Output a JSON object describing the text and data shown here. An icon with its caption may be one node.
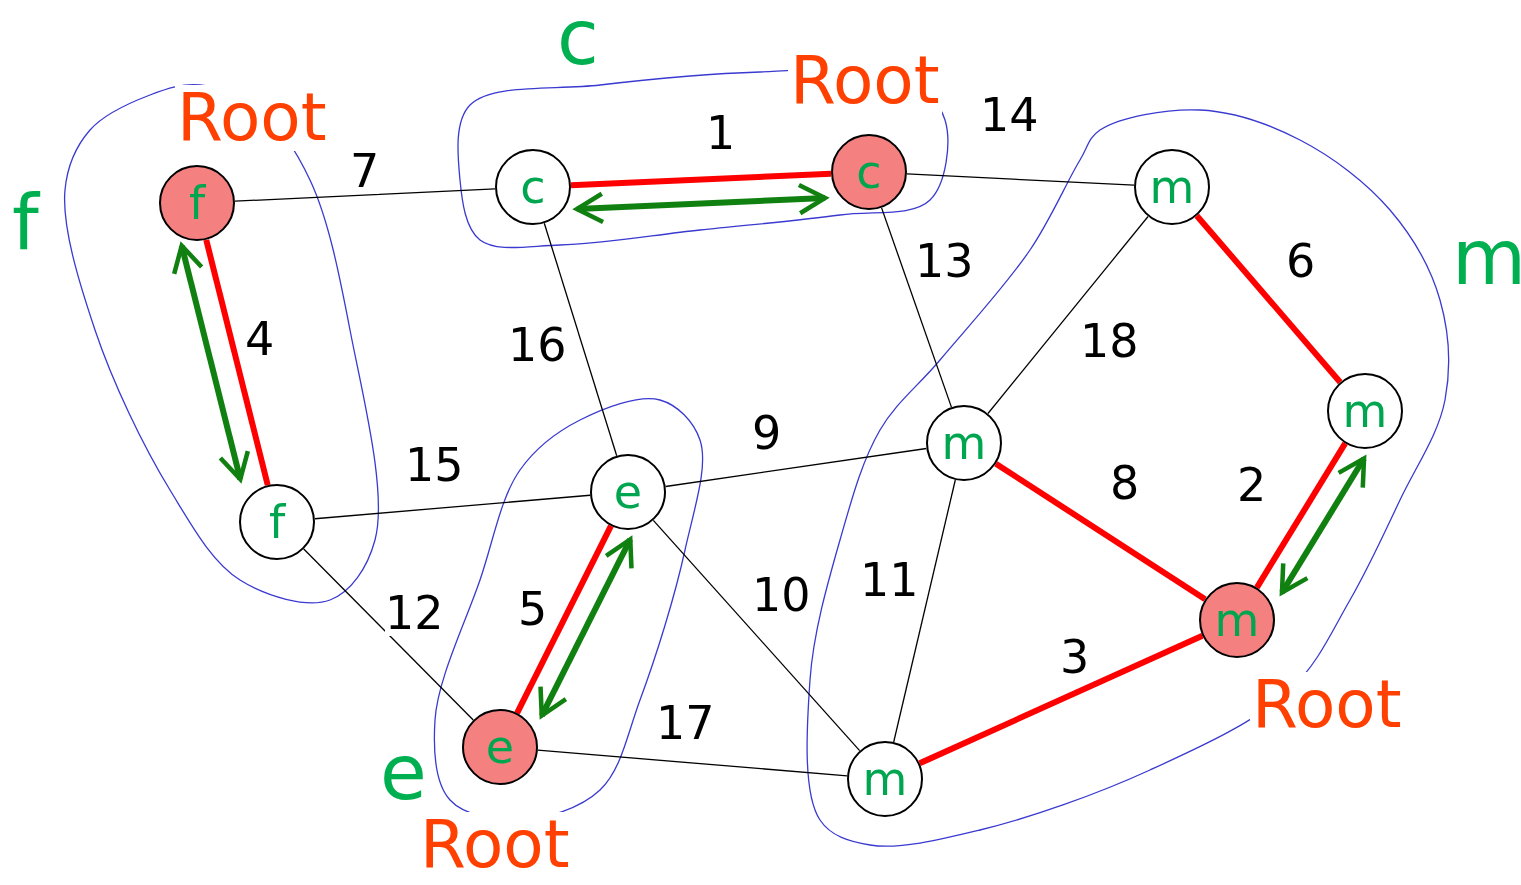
{
  "diagram": {
    "nodes": [
      {
        "text": [],
        "shape": "blob",
        "beside": [
          "f"
        ]
      },
      {
        "text": [
          "f"
        ],
        "in": 0,
        "beside": [
          "Root"
        ]
      },
      {
        "text": [
          "f"
        ],
        "in": 0
      },
      {
        "text": [],
        "shape": "blob",
        "beside": [
          "c"
        ]
      },
      {
        "text": [
          "c"
        ],
        "in": 3
      },
      {
        "text": [
          "c"
        ],
        "in": 3,
        "beside": [
          "Root"
        ]
      },
      {
        "text": [],
        "shape": "blob",
        "beside": [
          "e"
        ]
      },
      {
        "text": [
          "e"
        ],
        "in": 6
      },
      {
        "text": [
          "e"
        ],
        "in": 6,
        "beside": [
          "Root"
        ]
      },
      {
        "text": [],
        "shape": "blob",
        "beside": [
          "m"
        ]
      },
      {
        "text": [
          "m"
        ],
        "in": 9
      },
      {
        "text": [
          "m"
        ],
        "in": 9
      },
      {
        "text": [
          "m"
        ],
        "in": 9
      },
      {
        "text": [
          "m"
        ],
        "in": 9,
        "beside": [
          "Root"
        ]
      },
      {
        "text": [
          "m"
        ],
        "in": 9
      }
    ],
    "edges": [
      {
        "from": 1,
        "to": 4,
        "arrow": "none",
        "label": "7"
      },
      {
        "from": 4,
        "to": 5,
        "arrow": "none",
        "label": "1",
        "style": "thick",
        "color": "#ff0000"
      },
      {
        "from": 4,
        "to": 5,
        "arrow": "both",
        "style": "thick",
        "color": "#108010"
      },
      {
        "from": 5,
        "to": 10,
        "arrow": "none",
        "label": "14"
      },
      {
        "from": 5,
        "to": 12,
        "arrow": "none",
        "label": "13"
      },
      {
        "from": 4,
        "to": 7,
        "arrow": "none",
        "label": "16"
      },
      {
        "from": 1,
        "to": 2,
        "arrow": "none",
        "label": "4",
        "style": "thick",
        "color": "#ff0000"
      },
      {
        "from": 1,
        "to": 2,
        "arrow": "both",
        "style": "thick",
        "color": "#108010"
      },
      {
        "from": 2,
        "to": 7,
        "arrow": "none",
        "label": "15"
      },
      {
        "from": 7,
        "to": 12,
        "arrow": "none",
        "label": "9"
      },
      {
        "from": 2,
        "to": 8,
        "arrow": "none",
        "label": "12"
      },
      {
        "from": 7,
        "to": 8,
        "arrow": "none",
        "label": "5",
        "style": "thick",
        "color": "#ff0000"
      },
      {
        "from": 7,
        "to": 8,
        "arrow": "both",
        "style": "thick",
        "color": "#108010"
      },
      {
        "from": 7,
        "to": 14,
        "arrow": "none",
        "label": "10"
      },
      {
        "from": 8,
        "to": 14,
        "arrow": "none",
        "label": "17"
      },
      {
        "from": 12,
        "to": 14,
        "arrow": "none",
        "label": "11"
      },
      {
        "from": 12,
        "to": 10,
        "arrow": "none",
        "label": "18"
      },
      {
        "from": 12,
        "to": 13,
        "arrow": "none",
        "label": "8",
        "style": "thick",
        "color": "#ff0000"
      },
      {
        "from": 10,
        "to": 11,
        "arrow": "none",
        "label": "6",
        "style": "thick",
        "color": "#ff0000"
      },
      {
        "from": 11,
        "to": 13,
        "arrow": "none",
        "label": "2",
        "style": "thick",
        "color": "#ff0000"
      },
      {
        "from": 11,
        "to": 13,
        "arrow": "both",
        "style": "thick",
        "color": "#108010"
      },
      {
        "from": 14,
        "to": 13,
        "arrow": "none",
        "label": "3",
        "style": "thick",
        "color": "#ff0000"
      }
    ]
  }
}
